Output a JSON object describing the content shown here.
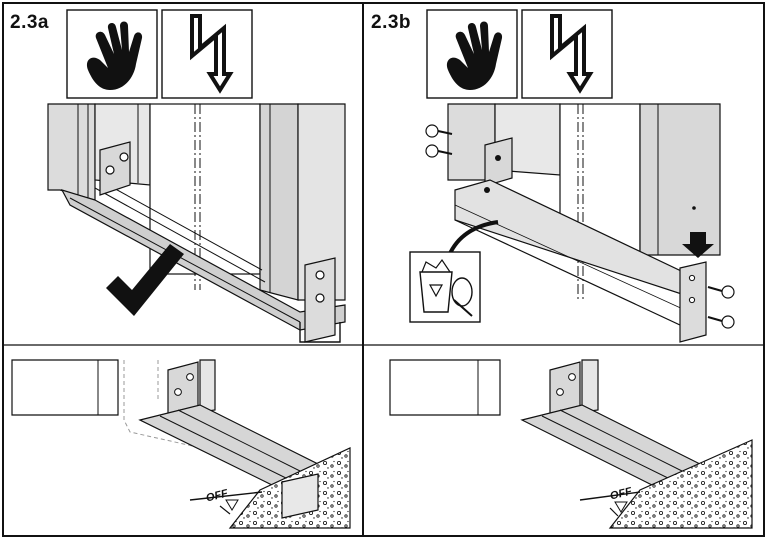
{
  "panels": [
    {
      "label": "2.3a",
      "floor_label": "OFF"
    },
    {
      "label": "2.3b",
      "floor_label": "OFF"
    }
  ],
  "icons": [
    "hand-warning-icon",
    "electric-hazard-icon",
    "check-mark-icon",
    "recycle-bin-icon",
    "screw-icon",
    "arrow-icon"
  ],
  "colors": {
    "frame": "#d9d9d9",
    "frame_dark": "#b5b5b5",
    "line": "#111111",
    "fill_light": "#efefef"
  }
}
